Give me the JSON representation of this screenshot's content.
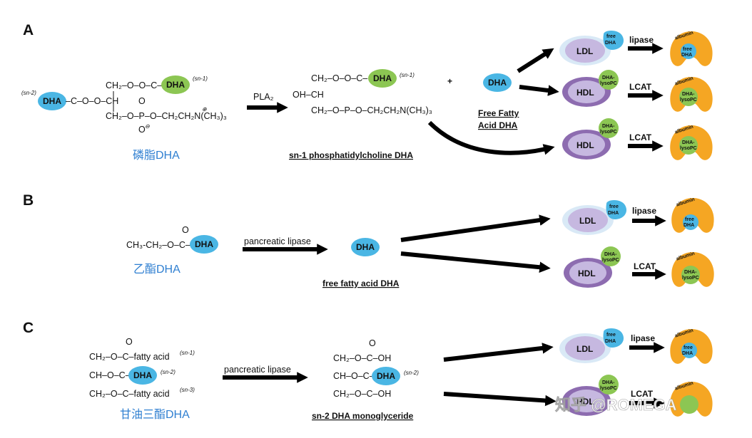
{
  "panels": {
    "a": "A",
    "b": "B",
    "c": "C"
  },
  "colors": {
    "dha": "#4ab6e4",
    "green": "#8cc653",
    "ldl": "#cbe0f1",
    "hdl": "#8d6cb0",
    "albumin": "#f5a623"
  },
  "a": {
    "sn2_tag": "(sn-2)",
    "sn1_tag": "(sn-1)",
    "sn1_tag2": "(sn-1)",
    "dha_left": "DHA",
    "dha_sn1": "DHA",
    "dha_prod": "DHA",
    "dha_free": "DHA",
    "l1": "CH₂–O–O–C–",
    "l2_pre": "–C–O–O–CH",
    "l3": "CH₂–O–P–O–CH₂CH₂N(CH₃)₃",
    "o_top": "O",
    "o_bot": "O",
    "plus_sym": "⊕",
    "minus_sym": "⊖",
    "reagent_label": "PLA₂",
    "p1": "CH₂–O–O–C–",
    "p2": "OH–CH",
    "p3": "CH₂–O–P–O–CH₂CH₂N(CH₃)₃",
    "plus": "+",
    "source_cn": "磷脂DHA",
    "product_label": "sn-1 phosphatidylcholine DHA",
    "free_label_1": "Free Fatty",
    "free_label_2": "Acid DHA"
  },
  "b": {
    "formula": "CH₃-CH₂–O–C–",
    "o": "O",
    "dha": "DHA",
    "dha_free": "DHA",
    "reagent_label": "pancreatic lipase",
    "source_cn": "乙酯DHA",
    "product_label": "free fatty acid DHA"
  },
  "c": {
    "o": "O",
    "r1": "CH₂–O–C–fatty acid",
    "r2": "CH–O–C–",
    "r3": "CH₂–O–C–fatty acid",
    "t1": "(sn-1)",
    "t2": "(sn-2)",
    "t3": "(sn-3)",
    "dha": "DHA",
    "reagent_label": "pancreatic lipase",
    "source_cn": "甘油三酯DHA",
    "p_o": "O",
    "p1": "CH₂–O–C–OH",
    "p2": "CH–O–C–",
    "p3": "CH₂–O–C–OH",
    "p_tag": "(sn-2)",
    "p_dha": "DHA",
    "product_label": "sn-2 DHA monoglyceride"
  },
  "lipo": {
    "ldl": "LDL",
    "hdl": "HDL",
    "free_a": "free",
    "free_b": "DHA",
    "dl_a": "DHA-",
    "dl_b": "lysoPC",
    "lipase": "lipase",
    "lcat": "LCAT",
    "albumin": "albumin"
  },
  "watermark": "知乎 @ROMEGA"
}
